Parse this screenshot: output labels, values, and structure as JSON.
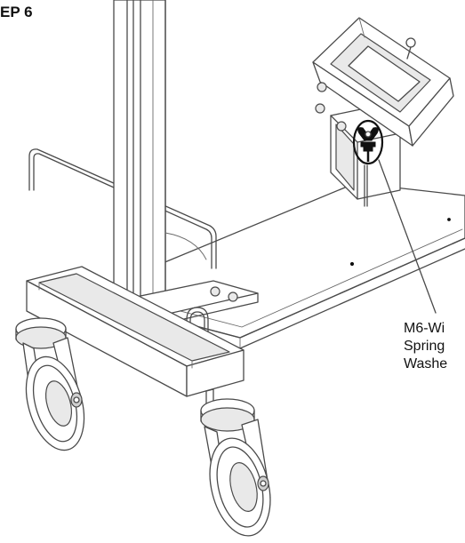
{
  "step": {
    "title": "EP 6"
  },
  "callout": {
    "lines": [
      "M6-Wi",
      "Spring",
      "Washe"
    ]
  },
  "colors": {
    "ink": "#4a4a4a",
    "text": "#111111",
    "background": "#ffffff"
  },
  "icons": {
    "highlight": "callout-circle-icon"
  }
}
